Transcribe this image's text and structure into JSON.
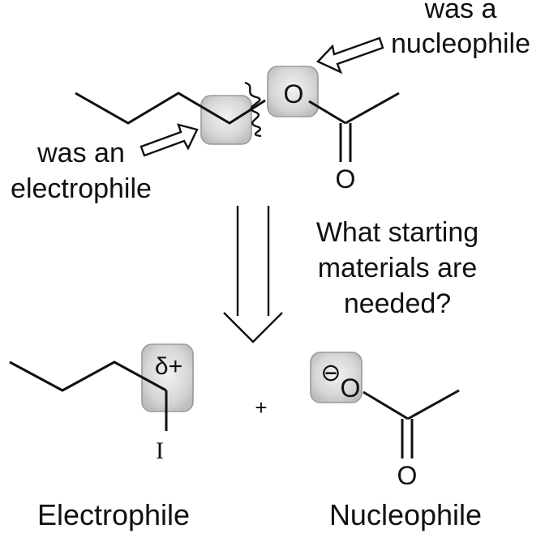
{
  "labels": {
    "was_nucleophile_line1": "was a",
    "was_nucleophile_line2": "nucleophile",
    "was_electrophile_line1": "was an",
    "was_electrophile_line2": "electrophile",
    "question_line1": "What starting",
    "question_line2": "materials are",
    "question_line3": "needed?",
    "electrophile_caption": "Electrophile",
    "nucleophile_caption": "Nucleophile",
    "plus": "+"
  },
  "atoms": {
    "ester_ether_oxygen": "O",
    "ester_carbonyl_oxygen": "O",
    "iodine": "I",
    "partial_charge": "δ+",
    "carboxylate_oxygen": "O",
    "carboxylate_carbonyl_oxygen": "O",
    "negative_charge": "⊖"
  },
  "colors": {
    "ink": "#111111",
    "highlight_fill": "#d9d9d9",
    "highlight_stroke": "#9a9a9a"
  }
}
